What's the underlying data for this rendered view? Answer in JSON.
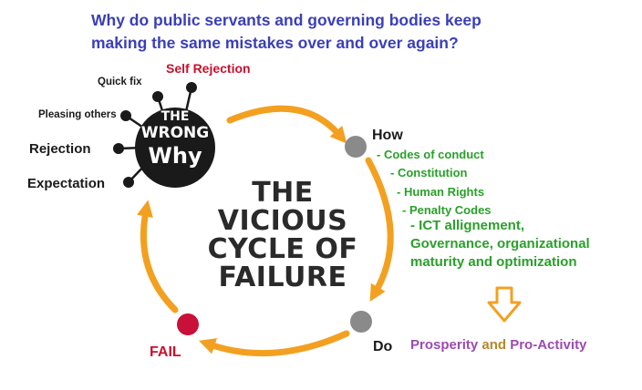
{
  "question": {
    "line1": "Why do public servants and governing bodies keep",
    "line2": "making the same mistakes over and over again?"
  },
  "center": {
    "line1": "THE",
    "line2": "VICIOUS",
    "line3": "CYCLE OF",
    "line4": "FAILURE"
  },
  "wrong_why": {
    "line1": "THE",
    "line2": "WRONG",
    "line3": "Why"
  },
  "spokes": {
    "self_rejection": "Self Rejection",
    "quick_fix": "Quick fix",
    "pleasing_others": "Pleasing others",
    "rejection": "Rejection",
    "expectation": "Expectation"
  },
  "how": {
    "title": "How",
    "items": [
      "- Codes of conduct",
      "- Constitution",
      "- Human Rights",
      "- Penalty Codes"
    ],
    "ict": {
      "line1": "- ICT allignement,",
      "line2": "Governance, organizational",
      "line3": "maturity and optimization"
    }
  },
  "do_label": "Do",
  "fail_label": "FAIL",
  "prosperity": {
    "word1": "Prosperity",
    "word2": "and",
    "word3": "Pro-Activity"
  },
  "colors": {
    "question": "#3a3fb8",
    "arrow": "#f3a020",
    "green": "#2aa02a",
    "fail": "#c8102e",
    "purple": "#9b4bb0",
    "gold": "#b8862b",
    "node_gray": "#8a8a8a",
    "node_red": "#c8103a"
  }
}
